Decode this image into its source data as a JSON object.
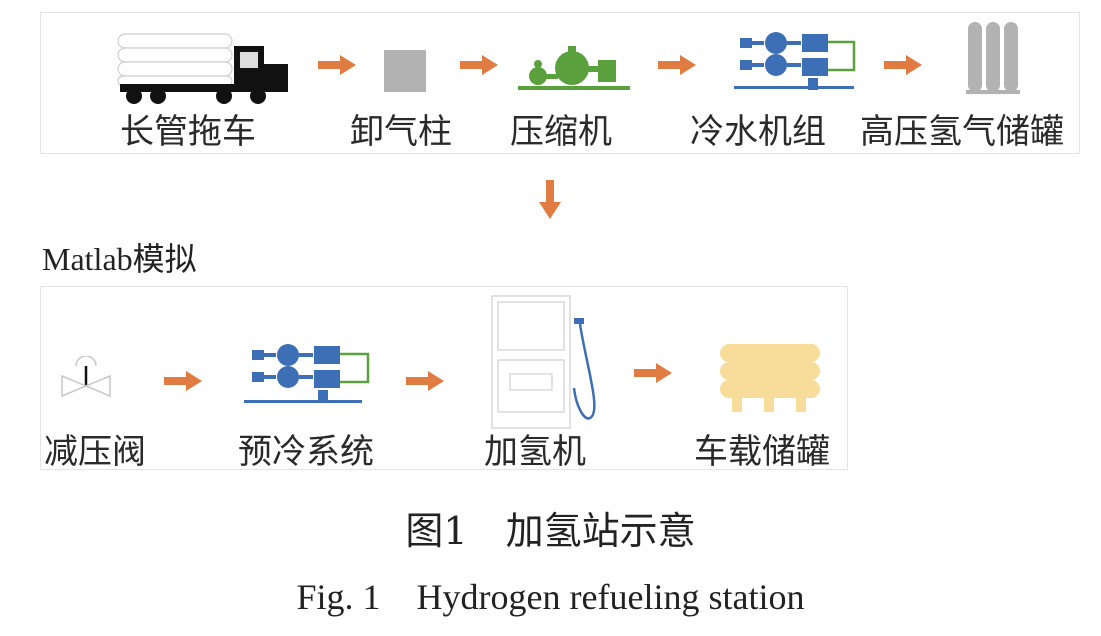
{
  "top_row": {
    "items": [
      {
        "label": "长管拖车",
        "icon": "tube-trailer-truck-icon"
      },
      {
        "label": "卸气柱",
        "icon": "unloading-post-icon"
      },
      {
        "label": "压缩机",
        "icon": "compressor-icon"
      },
      {
        "label": "冷水机组",
        "icon": "chiller-unit-icon"
      },
      {
        "label": "高压氢气储罐",
        "icon": "high-pressure-tank-icon"
      }
    ]
  },
  "section_label": "Matlab模拟",
  "bottom_row": {
    "items": [
      {
        "label": "减压阀",
        "icon": "pressure-reducing-valve-icon"
      },
      {
        "label": "预冷系统",
        "icon": "precooling-system-icon"
      },
      {
        "label": "加氢机",
        "icon": "hydrogen-dispenser-icon"
      },
      {
        "label": "车载储罐",
        "icon": "onboard-tank-icon"
      }
    ]
  },
  "caption": {
    "cn": "图1　加氢站示意",
    "en": "Fig. 1　Hydrogen refueling station"
  },
  "colors": {
    "arrow": "#e07b42",
    "equipment_blue": "#3d6fb6",
    "equipment_green": "#5aa03c",
    "truck_black": "#111111",
    "tank_gray": "#b3b3b3",
    "onboard_tank": "#f7dc9a"
  }
}
